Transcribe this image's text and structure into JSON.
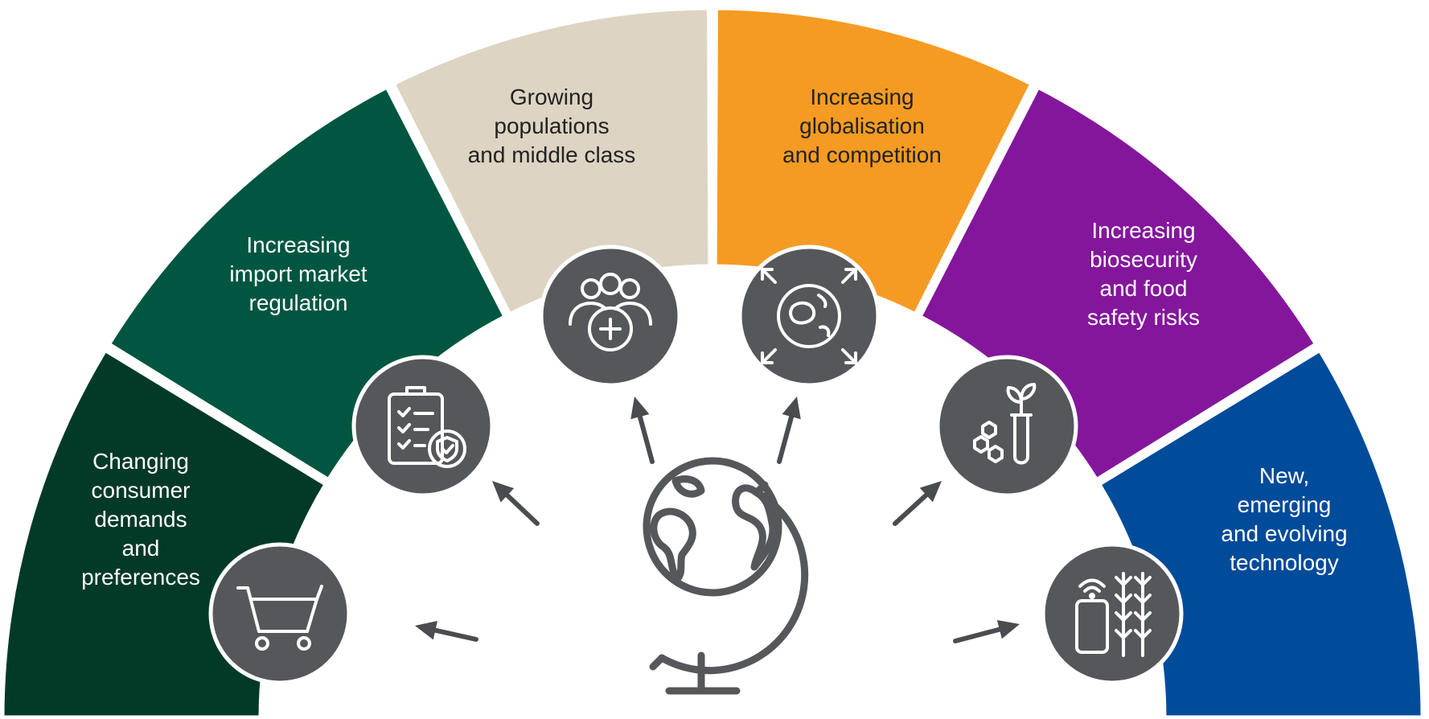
{
  "segments": [
    {
      "label_lines": [
        "Changing",
        "consumer",
        "demands",
        "and",
        "preferences"
      ],
      "color": "#033a27",
      "text_color": "light",
      "icon": "shopping-cart-icon"
    },
    {
      "label_lines": [
        "Increasing",
        "import market",
        "regulation"
      ],
      "color": "#005640",
      "text_color": "light",
      "icon": "clipboard-checklist-shield-icon"
    },
    {
      "label_lines": [
        "Growing",
        "populations",
        "and middle class"
      ],
      "color": "#ddd4c3",
      "text_color": "dark",
      "icon": "people-group-plus-icon"
    },
    {
      "label_lines": [
        "Increasing",
        "globalisation",
        "and competition"
      ],
      "color": "#f59b23",
      "text_color": "dark",
      "icon": "globe-expand-arrows-icon"
    },
    {
      "label_lines": [
        "Increasing",
        "biosecurity",
        "and food",
        "safety risks"
      ],
      "color": "#84169c",
      "text_color": "light",
      "icon": "plant-test-tube-molecule-icon"
    },
    {
      "label_lines": [
        "New,",
        "emerging",
        "and evolving",
        "technology"
      ],
      "color": "#014b9b",
      "text_color": "light",
      "icon": "smartphone-crops-signal-icon"
    }
  ],
  "center_icon": "desk-globe-icon",
  "icon_circle_color": "#55575b",
  "arrow_color": "#4a4c50"
}
